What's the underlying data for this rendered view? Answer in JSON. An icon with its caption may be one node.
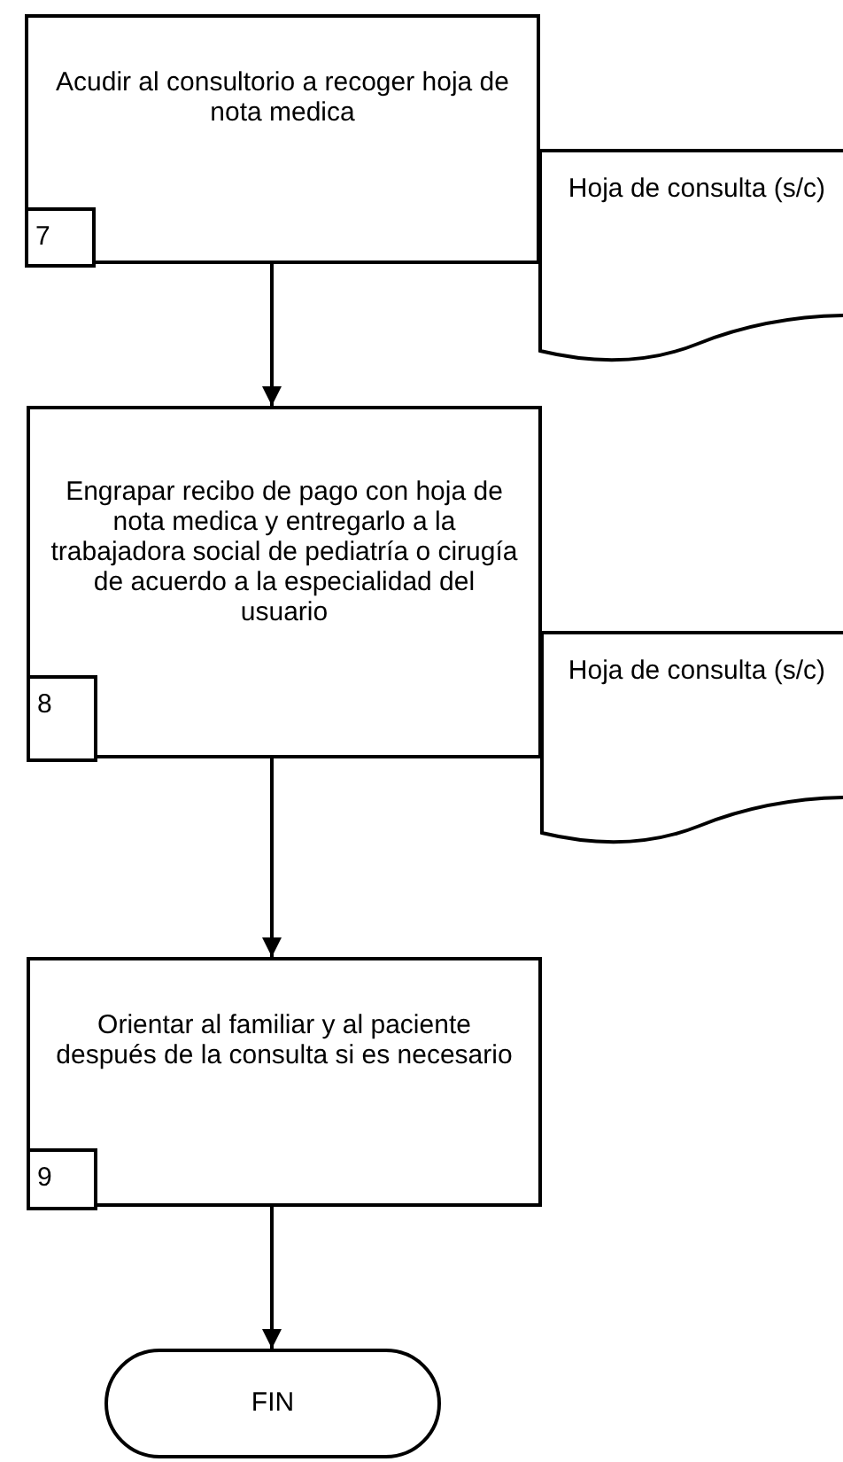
{
  "diagram": {
    "nodes": [
      {
        "text": [
          "Acudir al consultorio a recoger hoja de nota medica"
        ]
      },
      {
        "text": [
          "7"
        ],
        "in": 0
      },
      {
        "text": [
          "Hoja de consulta (s/c)"
        ]
      },
      {
        "text": [
          "Engrapar recibo de pago con hoja de nota medica y entregarlo a la trabajadora social de pediatría o cirugía de acuerdo a la especialidad del usuario"
        ]
      },
      {
        "text": [
          "8"
        ],
        "in": 3
      },
      {
        "text": [
          "Hoja de consulta (s/c)"
        ]
      },
      {
        "text": [
          "Orientar al familiar y al paciente después de la consulta si es necesario"
        ]
      },
      {
        "text": [
          "9"
        ],
        "in": 6
      },
      {
        "text": [
          "FIN"
        ]
      }
    ],
    "edges": [
      {
        "from": 0,
        "to": 3,
        "arrow": "to"
      },
      {
        "from": 3,
        "to": 6,
        "arrow": "to"
      },
      {
        "from": 6,
        "to": 8,
        "arrow": "to"
      }
    ]
  }
}
